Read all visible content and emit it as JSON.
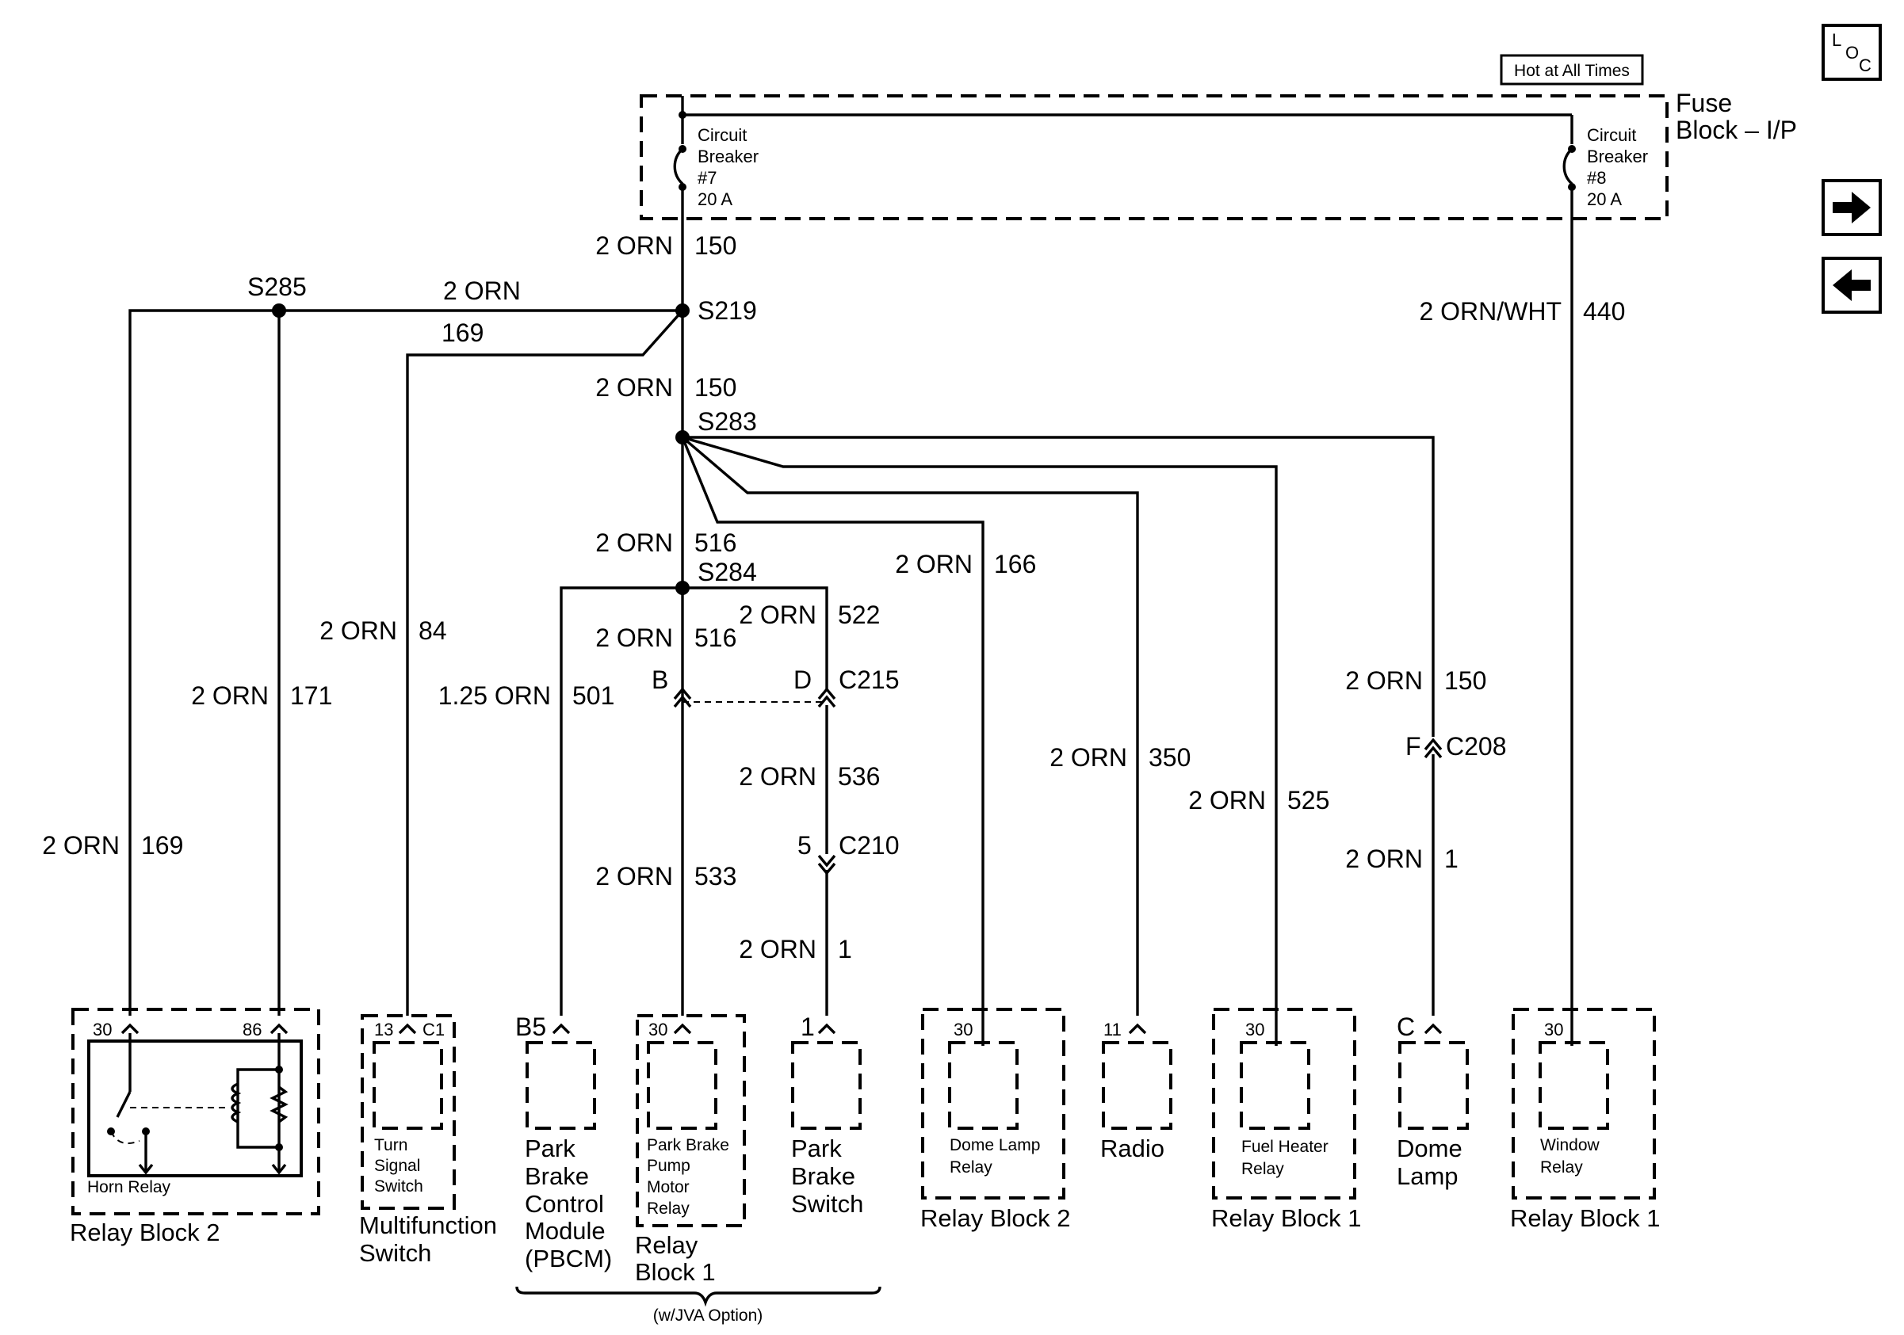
{
  "badges": {
    "hot": "Hot at All Times",
    "loc": [
      "L",
      "O",
      "C"
    ]
  },
  "fuse_block": {
    "title": [
      "Fuse",
      "Block – I/P"
    ],
    "breaker7": [
      "Circuit",
      "Breaker",
      "#7",
      "20 A"
    ],
    "breaker8": [
      "Circuit",
      "Breaker",
      "#8",
      "20 A"
    ]
  },
  "splices": [
    "S285",
    "S219",
    "S283",
    "S284"
  ],
  "wires": {
    "w150a": [
      "2 ORN",
      "150"
    ],
    "w169top": [
      "2 ORN",
      "169"
    ],
    "w150b": [
      "2 ORN",
      "150"
    ],
    "w440": [
      "2 ORN/WHT",
      "440"
    ],
    "w516a": [
      "2 ORN",
      "516"
    ],
    "w166": [
      "2 ORN",
      "166"
    ],
    "w84": [
      "2 ORN",
      "84"
    ],
    "w522": [
      "2 ORN",
      "522"
    ],
    "w516b": [
      "2 ORN",
      "516"
    ],
    "w171": [
      "2 ORN",
      "171"
    ],
    "w501": [
      "1.25 ORN",
      "501"
    ],
    "w150c": [
      "2 ORN",
      "150"
    ],
    "w350": [
      "2 ORN",
      "350"
    ],
    "w536": [
      "2 ORN",
      "536"
    ],
    "w525": [
      "2 ORN",
      "525"
    ],
    "w169": [
      "2 ORN",
      "169"
    ],
    "w1a": [
      "2 ORN",
      "1"
    ],
    "w533": [
      "2 ORN",
      "533"
    ],
    "w1b": [
      "2 ORN",
      "1"
    ]
  },
  "connectors": {
    "c215": {
      "name": "C215",
      "pins": [
        "B",
        "D"
      ]
    },
    "c208": {
      "name": "C208",
      "pin": "F"
    },
    "c210": {
      "name": "C210",
      "pin": "5"
    }
  },
  "pins": {
    "horn30": "30",
    "horn86": "86",
    "turn13": "13",
    "turnC1": "C1",
    "pbcm": "B5",
    "pump": "30",
    "pbswitch": "1",
    "dome30": "30",
    "radio": "11",
    "fuel30": "30",
    "domelampC": "C",
    "window30": "30"
  },
  "components": {
    "relay_block_2_left": {
      "inner": "Horn Relay",
      "outer": "Relay Block 2"
    },
    "multifunction": {
      "inner": [
        "Turn",
        "Signal",
        "Switch"
      ],
      "outer": [
        "Multifunction",
        "Switch"
      ]
    },
    "pbcm": [
      "Park",
      "Brake",
      "Control",
      "Module",
      "(PBCM)"
    ],
    "pump_relay": {
      "inner": [
        "Park Brake",
        "Pump",
        "Motor",
        "Relay"
      ],
      "outer": [
        "Relay",
        "Block 1"
      ]
    },
    "pb_switch": [
      "Park",
      "Brake",
      "Switch"
    ],
    "dome_relay": {
      "inner": [
        "Dome Lamp",
        "Relay"
      ],
      "outer": "Relay Block 2"
    },
    "radio": "Radio",
    "fuel_heater": {
      "inner": [
        "Fuel Heater",
        "Relay"
      ],
      "outer": "Relay Block 1"
    },
    "dome_lamp": [
      "Dome",
      "Lamp"
    ],
    "window_relay": {
      "inner": [
        "Window",
        "Relay"
      ],
      "outer": "Relay Block 1"
    }
  },
  "option_note": "(w/JVA Option)"
}
